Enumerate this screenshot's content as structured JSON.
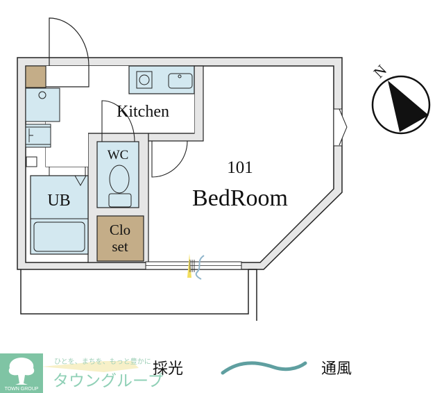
{
  "rooms": {
    "kitchen": "Kitchen",
    "wc": "WC",
    "ub": "UB",
    "closet_line1": "Clo",
    "closet_line2": "set",
    "unit_number": "101",
    "bedroom": "BedRoom"
  },
  "compass": {
    "north_label": "N"
  },
  "legend": {
    "daylight_label": "採光",
    "ventilation_label": "通風"
  },
  "logo": {
    "tagline": "ひとを、まちを、もっと豊かに",
    "name_jp": "タウングループ",
    "name_en": "TOWN GROUP"
  },
  "colors": {
    "wall": "#e6e6e6",
    "fixture": "#d3e8f0",
    "storage": "#c4ad88",
    "wind": "#5f9fa0",
    "logo": "#7fc4a4",
    "light": "#f2de60"
  }
}
